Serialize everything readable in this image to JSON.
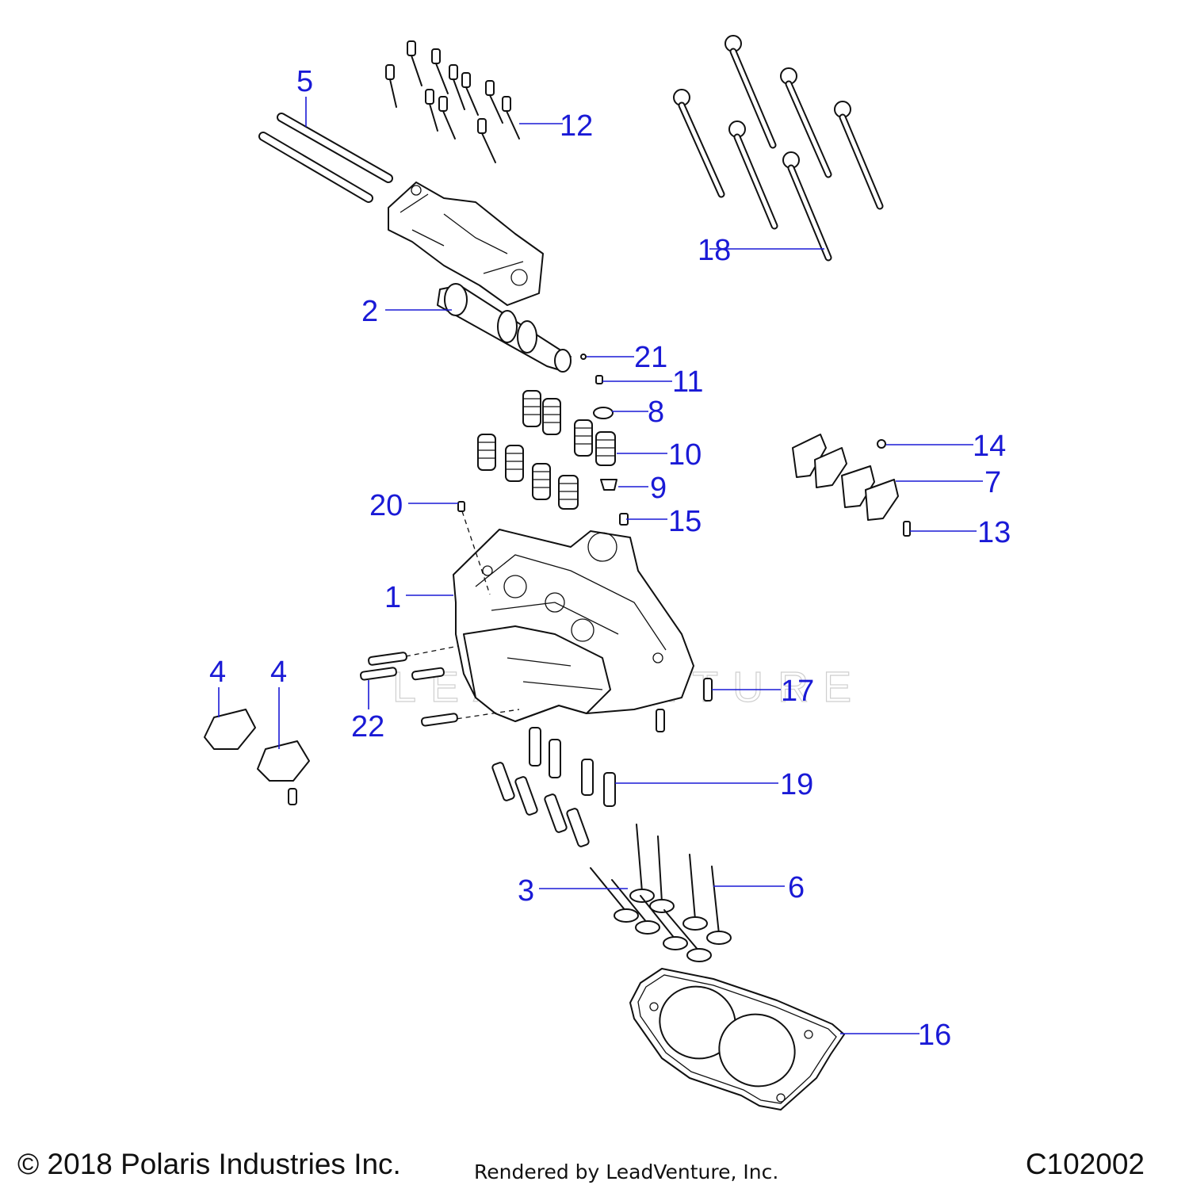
{
  "diagram": {
    "watermark_text": "LEADVENTURE",
    "callouts": [
      {
        "id": "c1",
        "text": "1"
      },
      {
        "id": "c2",
        "text": "2"
      },
      {
        "id": "c3",
        "text": "3"
      },
      {
        "id": "c4a",
        "text": "4"
      },
      {
        "id": "c4b",
        "text": "4"
      },
      {
        "id": "c5",
        "text": "5"
      },
      {
        "id": "c6",
        "text": "6"
      },
      {
        "id": "c7",
        "text": "7"
      },
      {
        "id": "c8",
        "text": "8"
      },
      {
        "id": "c9",
        "text": "9"
      },
      {
        "id": "c10",
        "text": "10"
      },
      {
        "id": "c11",
        "text": "11"
      },
      {
        "id": "c12",
        "text": "12"
      },
      {
        "id": "c13",
        "text": "13"
      },
      {
        "id": "c14",
        "text": "14"
      },
      {
        "id": "c15",
        "text": "15"
      },
      {
        "id": "c16",
        "text": "16"
      },
      {
        "id": "c17",
        "text": "17"
      },
      {
        "id": "c18",
        "text": "18"
      },
      {
        "id": "c19",
        "text": "19"
      },
      {
        "id": "c20",
        "text": "20"
      },
      {
        "id": "c21",
        "text": "21"
      },
      {
        "id": "c22",
        "text": "22"
      }
    ]
  },
  "footer": {
    "copyright": "© 2018 Polaris Industries Inc.",
    "rendered_by": "Rendered by LeadVenture, Inc.",
    "drawing_id": "C102002"
  },
  "colors": {
    "callout": "#1a1ad6",
    "line_art": "#111111",
    "watermark": "#cfcfcf"
  }
}
